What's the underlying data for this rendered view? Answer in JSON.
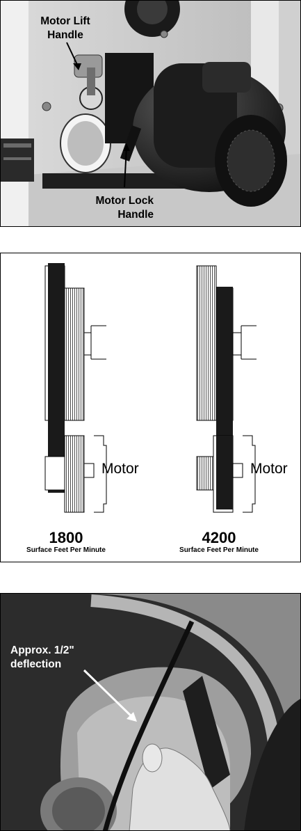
{
  "figure_motor": {
    "lift_handle_label": "Motor Lift\nHandle",
    "lock_handle_label": "Motor Lock\nHandle"
  },
  "figure_pulleys": {
    "left": {
      "speed": "1800",
      "unit": "Surface Feet Per Minute",
      "motor_label": "Motor"
    },
    "right": {
      "speed": "4200",
      "unit": "Surface Feet Per Minute",
      "motor_label": "Motor"
    }
  },
  "figure_belt": {
    "deflection_label": "Approx. 1/2\"\ndeflection"
  }
}
